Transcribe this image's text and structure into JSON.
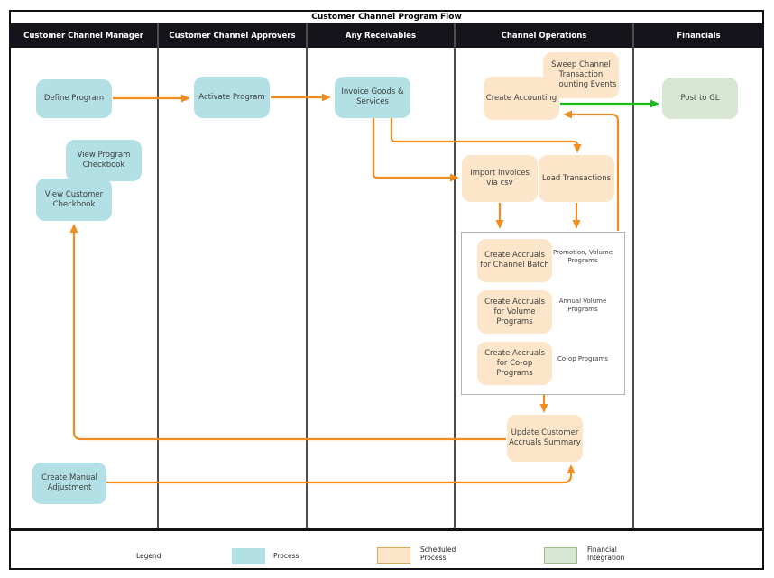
{
  "title": "Customer Channel Program Flow",
  "lanes": [
    "Customer Channel Manager",
    "Customer Channel Approvers",
    "Any Receivables",
    "Channel Operations",
    "Financials"
  ],
  "nodes": {
    "define_program": "Define Program",
    "activate_program": "Activate Program",
    "invoice_goods": "Invoice Goods & Services",
    "sweep_channel": "Sweep Channel Transaction Accounting Events",
    "create_accounting": "Create Accounting",
    "post_to_gl": "Post to GL",
    "import_invoices": "Import Invoices via csv",
    "load_transactions": "Load Transactions",
    "accruals_channel_batch": "Create Accruals for Channel Batch",
    "accruals_volume": "Create Accruals for Volume Programs",
    "accruals_coop": "Create Accruals for Co-op Programs",
    "note_channel_batch": "Promotion, Volume Programs",
    "note_volume": "Annual Volume Programs",
    "note_coop": "Co-op Programs",
    "update_summary": "Update Customer Accruals Summary",
    "view_program_checkbook": "View Program Checkbook",
    "view_customer_checkbook": "View Customer Checkbook",
    "create_manual_adjustment": "Create Manual Adjustment"
  },
  "legend": {
    "title": "Legend",
    "items": [
      {
        "label": "Process",
        "type": "process"
      },
      {
        "label": "Scheduled Process",
        "type": "scheduled"
      },
      {
        "label": "Financial Integration",
        "type": "financial"
      }
    ]
  },
  "colors": {
    "process_fill": "#b2e0e4",
    "scheduled_fill": "#fce5c9",
    "scheduled_border": "#e2a455",
    "financial_fill": "#d8e7d3",
    "financial_border": "#94bd8a",
    "arrow_orange": "#f28c1e",
    "arrow_green": "#1fba1f",
    "lane_header_bg": "#14141a"
  }
}
